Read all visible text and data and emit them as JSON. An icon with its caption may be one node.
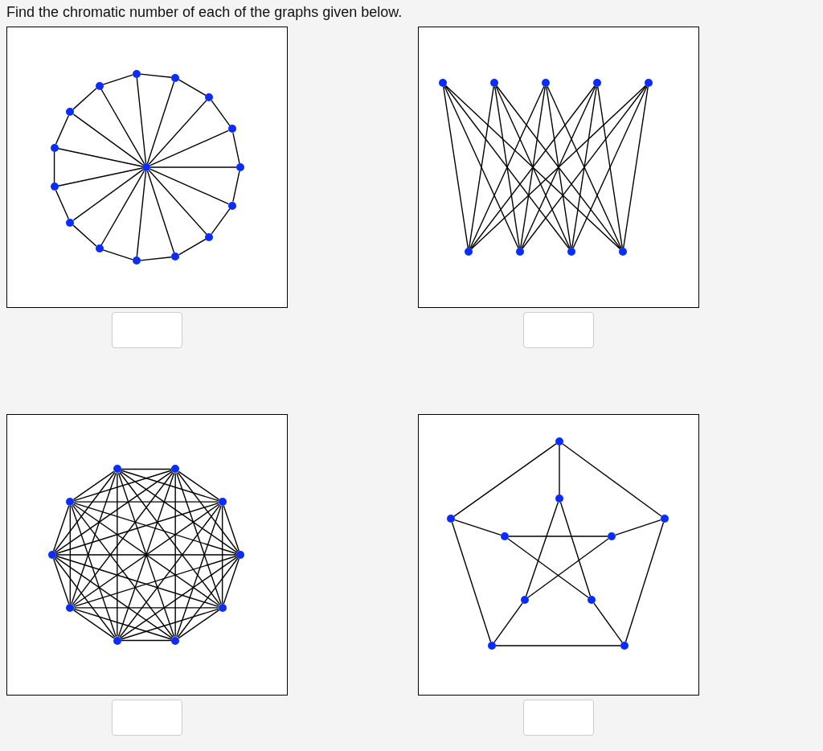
{
  "diagram": {
    "title": "Find the chromatic number of each of the graphs given below.",
    "nodes": [
      {
        "text": [],
        "shape": "box"
      },
      {
        "text": [],
        "shape": "circle",
        "in": 0
      },
      {
        "text": [],
        "shape": "circle",
        "in": 0
      },
      {
        "text": [],
        "shape": "circle",
        "in": 0
      },
      {
        "text": [],
        "shape": "circle",
        "in": 0
      },
      {
        "text": [],
        "shape": "circle",
        "in": 0
      },
      {
        "text": [],
        "shape": "circle",
        "in": 0
      },
      {
        "text": [],
        "shape": "circle",
        "in": 0
      },
      {
        "text": [],
        "shape": "circle",
        "in": 0
      },
      {
        "text": [],
        "shape": "circle",
        "in": 0
      },
      {
        "text": [],
        "shape": "circle",
        "in": 0
      },
      {
        "text": [],
        "shape": "circle",
        "in": 0
      },
      {
        "text": [],
        "shape": "circle",
        "in": 0
      },
      {
        "text": [],
        "shape": "circle",
        "in": 0
      },
      {
        "text": [],
        "shape": "circle",
        "in": 0
      },
      {
        "text": [],
        "shape": "circle",
        "in": 0
      },
      {
        "text": [],
        "shape": "circle",
        "in": 0
      },
      {
        "text": [],
        "shape": "box"
      },
      {
        "text": [],
        "shape": "circle",
        "in": 17
      },
      {
        "text": [],
        "shape": "circle",
        "in": 17
      },
      {
        "text": [],
        "shape": "circle",
        "in": 17
      },
      {
        "text": [],
        "shape": "circle",
        "in": 17
      },
      {
        "text": [],
        "shape": "circle",
        "in": 17
      },
      {
        "text": [],
        "shape": "circle",
        "in": 17
      },
      {
        "text": [],
        "shape": "circle",
        "in": 17
      },
      {
        "text": [],
        "shape": "circle",
        "in": 17
      },
      {
        "text": [],
        "shape": "circle",
        "in": 17
      },
      {
        "text": [],
        "shape": "box"
      },
      {
        "text": [],
        "shape": "circle",
        "in": 27
      },
      {
        "text": [],
        "shape": "circle",
        "in": 27
      },
      {
        "text": [],
        "shape": "circle",
        "in": 27
      },
      {
        "text": [],
        "shape": "circle",
        "in": 27
      },
      {
        "text": [],
        "shape": "circle",
        "in": 27
      },
      {
        "text": [],
        "shape": "circle",
        "in": 27
      },
      {
        "text": [],
        "shape": "circle",
        "in": 27
      },
      {
        "text": [],
        "shape": "circle",
        "in": 27
      },
      {
        "text": [],
        "shape": "circle",
        "in": 27
      },
      {
        "text": [],
        "shape": "circle",
        "in": 27
      },
      {
        "text": [],
        "shape": "box"
      },
      {
        "text": [],
        "shape": "circle",
        "in": 38
      },
      {
        "text": [],
        "shape": "circle",
        "in": 38
      },
      {
        "text": [],
        "shape": "circle",
        "in": 38
      },
      {
        "text": [],
        "shape": "circle",
        "in": 38
      },
      {
        "text": [],
        "shape": "circle",
        "in": 38
      },
      {
        "text": [],
        "shape": "circle",
        "in": 38
      },
      {
        "text": [],
        "shape": "circle",
        "in": 38
      },
      {
        "text": [],
        "shape": "circle",
        "in": 38
      },
      {
        "text": [],
        "shape": "circle",
        "in": 38
      },
      {
        "text": [],
        "shape": "circle",
        "in": 38
      }
    ],
    "edges": [
      {
        "from": 8,
        "to": 1,
        "arrow": "none"
      },
      {
        "from": 8,
        "to": 2,
        "arrow": "none"
      },
      {
        "from": 8,
        "to": 3,
        "arrow": "none"
      },
      {
        "from": 8,
        "to": 4,
        "arrow": "none"
      },
      {
        "from": 8,
        "to": 5,
        "arrow": "none"
      },
      {
        "from": 8,
        "to": 6,
        "arrow": "none"
      },
      {
        "from": 8,
        "to": 7,
        "arrow": "none"
      },
      {
        "from": 8,
        "to": 9,
        "arrow": "none"
      },
      {
        "from": 8,
        "to": 10,
        "arrow": "none"
      },
      {
        "from": 8,
        "to": 11,
        "arrow": "none"
      },
      {
        "from": 8,
        "to": 12,
        "arrow": "none"
      },
      {
        "from": 8,
        "to": 13,
        "arrow": "none"
      },
      {
        "from": 8,
        "to": 14,
        "arrow": "none"
      },
      {
        "from": 8,
        "to": 15,
        "arrow": "none"
      },
      {
        "from": 8,
        "to": 16,
        "arrow": "none"
      },
      {
        "from": 1,
        "to": 2,
        "arrow": "none"
      },
      {
        "from": 2,
        "to": 4,
        "arrow": "none"
      },
      {
        "from": 4,
        "to": 6,
        "arrow": "none"
      },
      {
        "from": 6,
        "to": 9,
        "arrow": "none"
      },
      {
        "from": 9,
        "to": 11,
        "arrow": "none"
      },
      {
        "from": 11,
        "to": 13,
        "arrow": "none"
      },
      {
        "from": 13,
        "to": 15,
        "arrow": "none"
      },
      {
        "from": 15,
        "to": 16,
        "arrow": "none"
      },
      {
        "from": 16,
        "to": 14,
        "arrow": "none"
      },
      {
        "from": 14,
        "to": 12,
        "arrow": "none"
      },
      {
        "from": 12,
        "to": 10,
        "arrow": "none"
      },
      {
        "from": 10,
        "to": 7,
        "arrow": "none"
      },
      {
        "from": 7,
        "to": 5,
        "arrow": "none"
      },
      {
        "from": 5,
        "to": 3,
        "arrow": "none"
      },
      {
        "from": 3,
        "to": 1,
        "arrow": "none"
      },
      {
        "from": 18,
        "to": 23,
        "arrow": "none"
      },
      {
        "from": 18,
        "to": 24,
        "arrow": "none"
      },
      {
        "from": 18,
        "to": 25,
        "arrow": "none"
      },
      {
        "from": 18,
        "to": 26,
        "arrow": "none"
      },
      {
        "from": 19,
        "to": 23,
        "arrow": "none"
      },
      {
        "from": 19,
        "to": 24,
        "arrow": "none"
      },
      {
        "from": 19,
        "to": 25,
        "arrow": "none"
      },
      {
        "from": 19,
        "to": 26,
        "arrow": "none"
      },
      {
        "from": 20,
        "to": 23,
        "arrow": "none"
      },
      {
        "from": 20,
        "to": 24,
        "arrow": "none"
      },
      {
        "from": 20,
        "to": 25,
        "arrow": "none"
      },
      {
        "from": 20,
        "to": 26,
        "arrow": "none"
      },
      {
        "from": 21,
        "to": 23,
        "arrow": "none"
      },
      {
        "from": 21,
        "to": 24,
        "arrow": "none"
      },
      {
        "from": 21,
        "to": 25,
        "arrow": "none"
      },
      {
        "from": 21,
        "to": 26,
        "arrow": "none"
      },
      {
        "from": 22,
        "to": 23,
        "arrow": "none"
      },
      {
        "from": 22,
        "to": 24,
        "arrow": "none"
      },
      {
        "from": 22,
        "to": 25,
        "arrow": "none"
      },
      {
        "from": 22,
        "to": 26,
        "arrow": "none"
      },
      {
        "from": 28,
        "to": 29,
        "arrow": "none"
      },
      {
        "from": 28,
        "to": 30,
        "arrow": "none"
      },
      {
        "from": 28,
        "to": 31,
        "arrow": "none"
      },
      {
        "from": 28,
        "to": 32,
        "arrow": "none"
      },
      {
        "from": 28,
        "to": 33,
        "arrow": "none"
      },
      {
        "from": 28,
        "to": 34,
        "arrow": "none"
      },
      {
        "from": 28,
        "to": 35,
        "arrow": "none"
      },
      {
        "from": 28,
        "to": 36,
        "arrow": "none"
      },
      {
        "from": 28,
        "to": 37,
        "arrow": "none"
      },
      {
        "from": 29,
        "to": 30,
        "arrow": "none"
      },
      {
        "from": 29,
        "to": 31,
        "arrow": "none"
      },
      {
        "from": 29,
        "to": 32,
        "arrow": "none"
      },
      {
        "from": 29,
        "to": 33,
        "arrow": "none"
      },
      {
        "from": 29,
        "to": 34,
        "arrow": "none"
      },
      {
        "from": 29,
        "to": 35,
        "arrow": "none"
      },
      {
        "from": 29,
        "to": 36,
        "arrow": "none"
      },
      {
        "from": 29,
        "to": 37,
        "arrow": "none"
      },
      {
        "from": 30,
        "to": 31,
        "arrow": "none"
      },
      {
        "from": 30,
        "to": 32,
        "arrow": "none"
      },
      {
        "from": 30,
        "to": 33,
        "arrow": "none"
      },
      {
        "from": 30,
        "to": 34,
        "arrow": "none"
      },
      {
        "from": 30,
        "to": 35,
        "arrow": "none"
      },
      {
        "from": 30,
        "to": 36,
        "arrow": "none"
      },
      {
        "from": 30,
        "to": 37,
        "arrow": "none"
      },
      {
        "from": 31,
        "to": 32,
        "arrow": "none"
      },
      {
        "from": 31,
        "to": 33,
        "arrow": "none"
      },
      {
        "from": 31,
        "to": 34,
        "arrow": "none"
      },
      {
        "from": 31,
        "to": 35,
        "arrow": "none"
      },
      {
        "from": 31,
        "to": 36,
        "arrow": "none"
      },
      {
        "from": 31,
        "to": 37,
        "arrow": "none"
      },
      {
        "from": 32,
        "to": 33,
        "arrow": "none"
      },
      {
        "from": 32,
        "to": 34,
        "arrow": "none"
      },
      {
        "from": 32,
        "to": 35,
        "arrow": "none"
      },
      {
        "from": 32,
        "to": 36,
        "arrow": "none"
      },
      {
        "from": 32,
        "to": 37,
        "arrow": "none"
      },
      {
        "from": 33,
        "to": 34,
        "arrow": "none"
      },
      {
        "from": 33,
        "to": 35,
        "arrow": "none"
      },
      {
        "from": 33,
        "to": 36,
        "arrow": "none"
      },
      {
        "from": 33,
        "to": 37,
        "arrow": "none"
      },
      {
        "from": 34,
        "to": 35,
        "arrow": "none"
      },
      {
        "from": 34,
        "to": 36,
        "arrow": "none"
      },
      {
        "from": 34,
        "to": 37,
        "arrow": "none"
      },
      {
        "from": 35,
        "to": 36,
        "arrow": "none"
      },
      {
        "from": 35,
        "to": 37,
        "arrow": "none"
      },
      {
        "from": 36,
        "to": 37,
        "arrow": "none"
      },
      {
        "from": 39,
        "to": 42,
        "arrow": "none"
      },
      {
        "from": 42,
        "to": 48,
        "arrow": "none"
      },
      {
        "from": 48,
        "to": 47,
        "arrow": "none"
      },
      {
        "from": 47,
        "to": 41,
        "arrow": "none"
      },
      {
        "from": 41,
        "to": 39,
        "arrow": "none"
      },
      {
        "from": 39,
        "to": 40,
        "arrow": "none"
      },
      {
        "from": 42,
        "to": 44,
        "arrow": "none"
      },
      {
        "from": 48,
        "to": 46,
        "arrow": "none"
      },
      {
        "from": 47,
        "to": 45,
        "arrow": "none"
      },
      {
        "from": 41,
        "to": 43,
        "arrow": "none"
      },
      {
        "from": 40,
        "to": 46,
        "arrow": "none"
      },
      {
        "from": 46,
        "to": 43,
        "arrow": "none"
      },
      {
        "from": 43,
        "to": 44,
        "arrow": "none"
      },
      {
        "from": 44,
        "to": 45,
        "arrow": "none"
      },
      {
        "from": 45,
        "to": 40,
        "arrow": "none"
      }
    ]
  }
}
